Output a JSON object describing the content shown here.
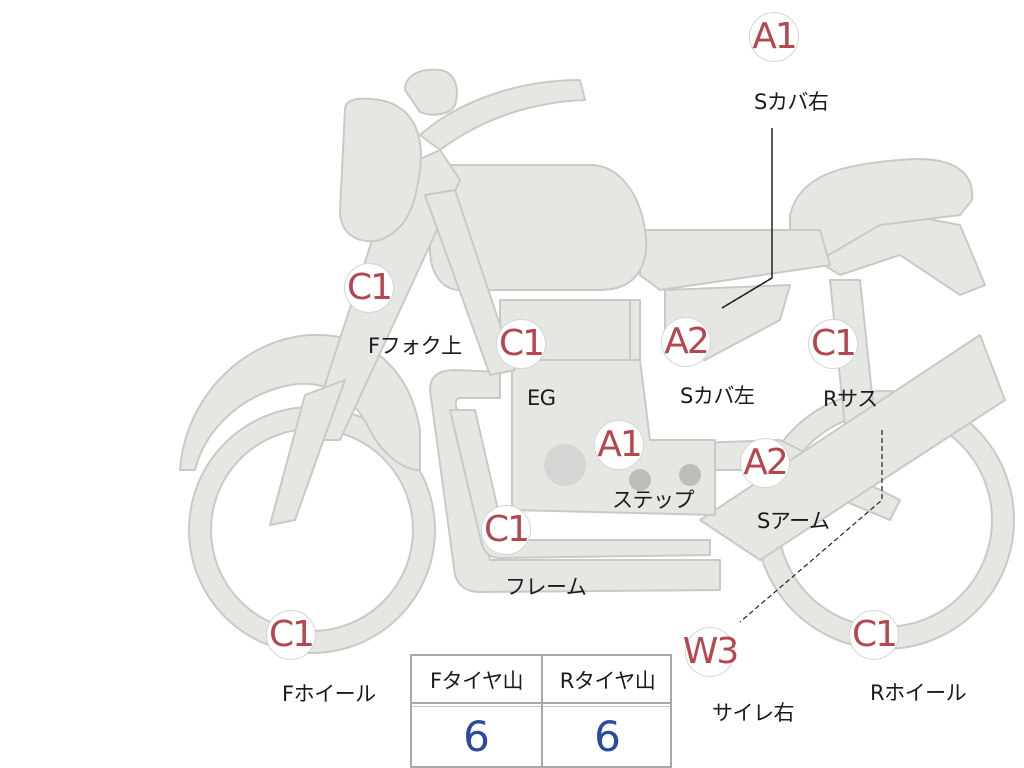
{
  "colors": {
    "bike_fill": "#e6e6e3",
    "bike_outline": "#c9c9c6",
    "marker_text": "#b5484e",
    "value_text": "#2b4aa0"
  },
  "markers": [
    {
      "id": "s-cover-right",
      "code": "A1",
      "label": "Sカバ右"
    },
    {
      "id": "f-fork-top",
      "code": "C1",
      "label": "Fフォク上"
    },
    {
      "id": "engine",
      "code": "C1",
      "label": "EG"
    },
    {
      "id": "s-cover-left",
      "code": "A2",
      "label": "Sカバ左"
    },
    {
      "id": "r-suspension",
      "code": "C1",
      "label": "Rサス"
    },
    {
      "id": "step",
      "code": "A1",
      "label": "ステップ"
    },
    {
      "id": "s-arm",
      "code": "A2",
      "label": "Sアーム"
    },
    {
      "id": "frame",
      "code": "C1",
      "label": "フレーム"
    },
    {
      "id": "f-wheel",
      "code": "C1",
      "label": "Fホイール"
    },
    {
      "id": "silencer-right",
      "code": "W3",
      "label": "サイレ右"
    },
    {
      "id": "r-wheel",
      "code": "C1",
      "label": "Rホイール"
    }
  ],
  "tread_table": {
    "front_label": "Fタイヤ山",
    "rear_label": "Rタイヤ山",
    "front_value": "6",
    "rear_value": "6"
  }
}
